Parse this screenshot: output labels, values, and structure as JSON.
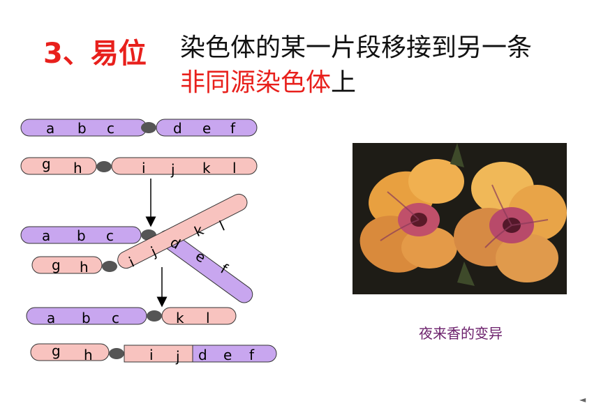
{
  "title": {
    "number": "3、易位",
    "line1": "染色体的某一片段移接到另一条",
    "line2_red": "非同源染色体",
    "line2_end": "上"
  },
  "chromosomes": {
    "row1": {
      "left": [
        "a",
        "b",
        "c"
      ],
      "right": [
        "d",
        "e",
        "f"
      ]
    },
    "row2": {
      "left": [
        "g",
        "h"
      ],
      "right": [
        "i",
        "j",
        "k",
        "l"
      ]
    },
    "row3": {
      "left": [
        "a",
        "b",
        "c"
      ],
      "cross": [
        "d",
        "e",
        "f"
      ],
      "top_right": [
        "k",
        "l"
      ]
    },
    "row4": {
      "left": [
        "g",
        "h"
      ],
      "cross": [
        "i",
        "j"
      ]
    },
    "row5": {
      "left": [
        "a",
        "b",
        "c"
      ],
      "right": [
        "k",
        "l"
      ]
    },
    "row6": {
      "left": [
        "g",
        "h"
      ],
      "right_pink": [
        "i",
        "j"
      ],
      "right_purple": [
        "d",
        "e",
        "f"
      ]
    }
  },
  "photo": {
    "caption": "夜来香的变异"
  },
  "colors": {
    "purple": "#c8a6ef",
    "pink": "#f8c3bf",
    "centromere": "#555555",
    "red": "#e8201c"
  },
  "nav": {
    "arrow": "◄"
  }
}
